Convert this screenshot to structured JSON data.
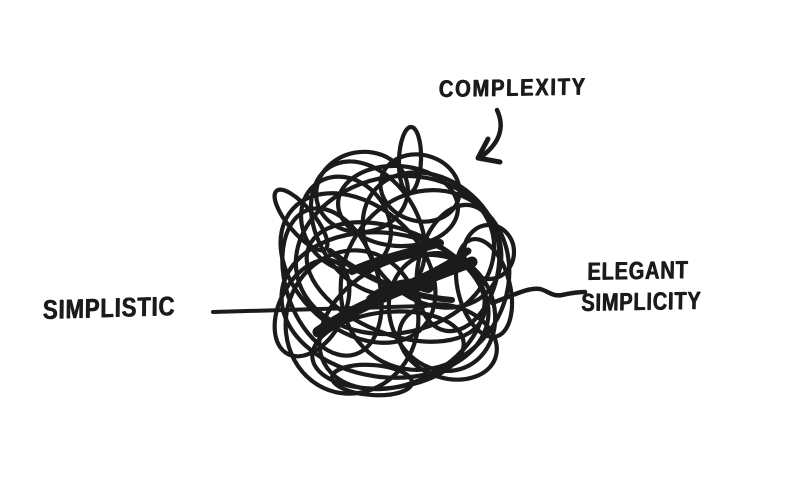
{
  "colors": {
    "background": "#ffffff",
    "ink": "#1b1b1b"
  },
  "labels": {
    "complexity": "COMPLEXITY",
    "simplistic": "SIMPLISTIC",
    "elegant_simplicity": {
      "line1": "ELEGANT",
      "line2": "SIMPLICITY"
    }
  },
  "icons": [
    {
      "name": "tangle-scribble",
      "shape": "dense tangled scribble ball of overlapping loops"
    },
    {
      "name": "complexity-arrow-icon",
      "shape": "curved hand-drawn arrow pointing down-left at the tangle"
    },
    {
      "name": "simplistic-line",
      "shape": "straight horizontal line entering the tangle from the left"
    },
    {
      "name": "elegant-simplicity-line",
      "shape": "wavy line exiting the tangle to the right"
    }
  ]
}
